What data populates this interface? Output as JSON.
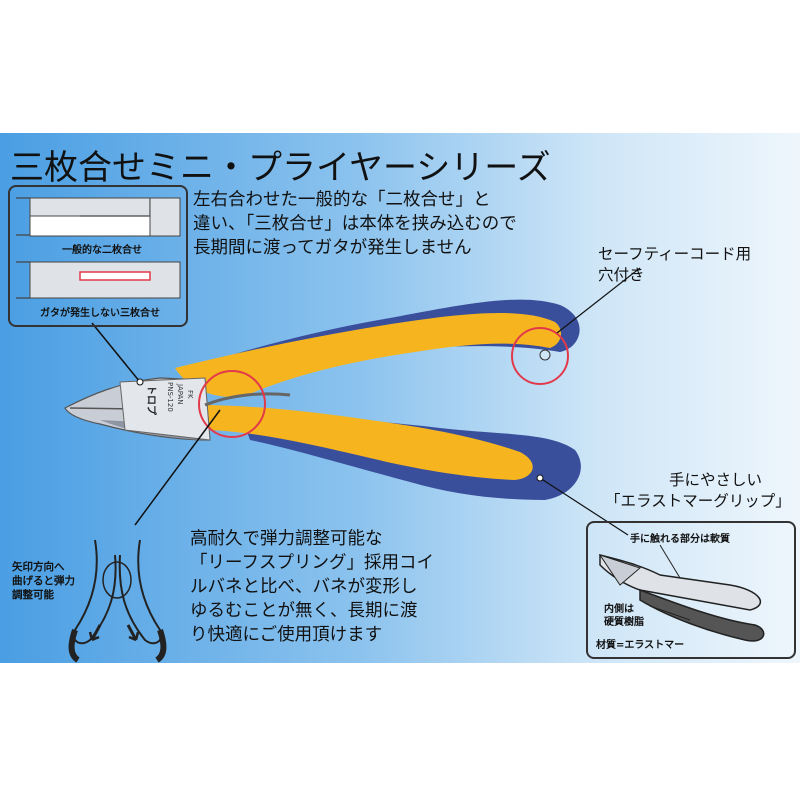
{
  "title": "三枚合せミニ・プライヤーシリーズ",
  "description_top": [
    "左右合わせた一般的な「二枚合せ」と",
    "違い、「三枚合せ」は本体を挟み込むので",
    "長期間に渡ってガタが発生しません"
  ],
  "description_bottom": [
    "高耐久で弾力調整可能な",
    "「リーフスプリング」採用コイ",
    "ルバネと比べ、バネが変形し",
    "ゆるむことが無く、長期に渡",
    "り快適にご使用頂けます"
  ],
  "callout_safety": [
    "セーフティーコード用",
    "穴付き"
  ],
  "callout_grip": [
    "手にやさしい",
    "「エラストマーグリップ」"
  ],
  "diagram_labels": {
    "two_piece": "一般的な二枚合せ",
    "three_piece": "ガタが発生しない三枚合せ"
  },
  "spring_note": [
    "矢印方向へ",
    "曲げると弾力",
    "調整可能"
  ],
  "grip_notes": {
    "soft_part": "手に触れる部分は軟質",
    "inner": [
      "内側は",
      "硬質樹脂"
    ],
    "material": "材質=エラストマー"
  },
  "tool_markings": {
    "logo": "トロプ",
    "model": "PNS-120",
    "origin": "JAPAN",
    "code": "FK"
  },
  "colors": {
    "handle_orange": "#f6b51f",
    "handle_blue": "#3a4f9c",
    "highlight_red": "#e23a4a"
  }
}
